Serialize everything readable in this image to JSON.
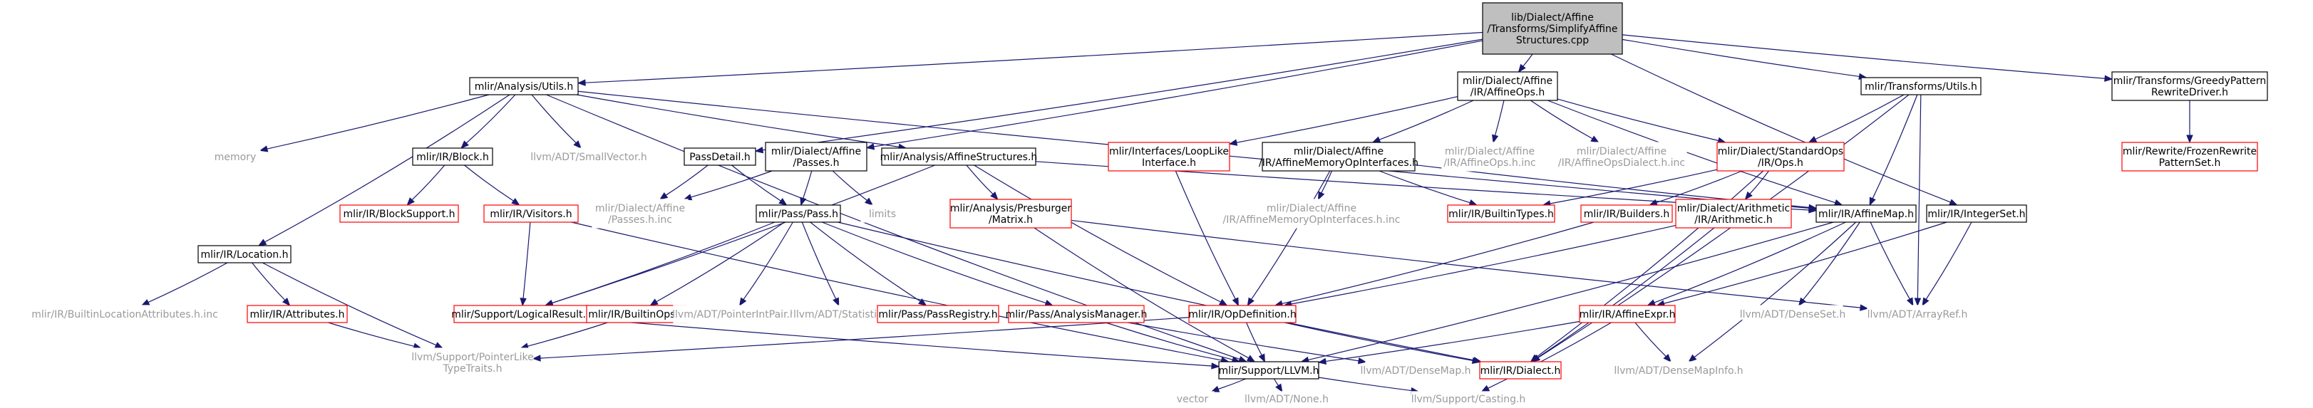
{
  "graph": {
    "nodes": [
      {
        "id": "root",
        "kind": "root",
        "lines": [
          "lib/Dialect/Affine",
          "/Transforms/SimplifyAffine",
          "Structures.cpp"
        ]
      },
      {
        "id": "analysis_utils",
        "kind": "doc",
        "lines": [
          "mlir/Analysis/Utils.h"
        ]
      },
      {
        "id": "passdetail",
        "kind": "doc",
        "lines": [
          "PassDetail.h"
        ]
      },
      {
        "id": "affine_passes",
        "kind": "doc",
        "lines": [
          "mlir/Dialect/Affine",
          "/Passes.h"
        ]
      },
      {
        "id": "affine_ops",
        "kind": "doc",
        "lines": [
          "mlir/Dialect/Affine",
          "/IR/AffineOps.h"
        ]
      },
      {
        "id": "transforms_utils",
        "kind": "doc",
        "lines": [
          "mlir/Transforms/Utils.h"
        ]
      },
      {
        "id": "greedy",
        "kind": "doc",
        "lines": [
          "mlir/Transforms/GreedyPattern",
          "RewriteDriver.h"
        ]
      },
      {
        "id": "memory",
        "kind": "gray",
        "lines": [
          "memory"
        ]
      },
      {
        "id": "block",
        "kind": "doc",
        "lines": [
          "mlir/IR/Block.h"
        ]
      },
      {
        "id": "smallvector",
        "kind": "gray",
        "lines": [
          "llvm/ADT/SmallVector.h"
        ]
      },
      {
        "id": "affine_structures",
        "kind": "doc",
        "lines": [
          "mlir/Analysis/AffineStructures.h"
        ]
      },
      {
        "id": "looplike",
        "kind": "red",
        "lines": [
          "mlir/Interfaces/LoopLike",
          "Interface.h"
        ]
      },
      {
        "id": "affine_memop",
        "kind": "doc",
        "lines": [
          "mlir/Dialect/Affine",
          "/IR/AffineMemoryOpInterfaces.h"
        ]
      },
      {
        "id": "affineops_h_inc",
        "kind": "gray",
        "lines": [
          "mlir/Dialect/Affine",
          "/IR/AffineOps.h.inc"
        ]
      },
      {
        "id": "affineops_dialect_inc",
        "kind": "gray",
        "lines": [
          "mlir/Dialect/Affine",
          "/IR/AffineOpsDialect.h.inc"
        ]
      },
      {
        "id": "standardops",
        "kind": "red",
        "lines": [
          "mlir/Dialect/StandardOps",
          "/IR/Ops.h"
        ]
      },
      {
        "id": "frozen",
        "kind": "red",
        "lines": [
          "mlir/Rewrite/FrozenRewrite",
          "PatternSet.h"
        ]
      },
      {
        "id": "location",
        "kind": "doc",
        "lines": [
          "mlir/IR/Location.h"
        ]
      },
      {
        "id": "blocksupport",
        "kind": "red",
        "lines": [
          "mlir/IR/BlockSupport.h"
        ]
      },
      {
        "id": "visitors",
        "kind": "red",
        "lines": [
          "mlir/IR/Visitors.h"
        ]
      },
      {
        "id": "passes_inc",
        "kind": "gray",
        "lines": [
          "mlir/Dialect/Affine",
          "/Passes.h.inc"
        ]
      },
      {
        "id": "pass",
        "kind": "doc",
        "lines": [
          "mlir/Pass/Pass.h"
        ]
      },
      {
        "id": "limits",
        "kind": "gray",
        "lines": [
          "limits"
        ]
      },
      {
        "id": "presburger",
        "kind": "red",
        "lines": [
          "mlir/Analysis/Presburger",
          "/Matrix.h"
        ]
      },
      {
        "id": "memop_inc",
        "kind": "gray",
        "lines": [
          "mlir/Dialect/Affine",
          "/IR/AffineMemoryOpInterfaces.h.inc"
        ]
      },
      {
        "id": "builtintypes",
        "kind": "red",
        "lines": [
          "mlir/IR/BuiltinTypes.h"
        ]
      },
      {
        "id": "builders",
        "kind": "red",
        "lines": [
          "mlir/IR/Builders.h"
        ]
      },
      {
        "id": "arith",
        "kind": "red",
        "lines": [
          "mlir/Dialect/Arithmetic",
          "/IR/Arithmetic.h"
        ]
      },
      {
        "id": "affinemap",
        "kind": "doc",
        "lines": [
          "mlir/IR/AffineMap.h"
        ]
      },
      {
        "id": "integerset",
        "kind": "doc",
        "lines": [
          "mlir/IR/IntegerSet.h"
        ]
      },
      {
        "id": "builtinloc_inc",
        "kind": "gray",
        "lines": [
          "mlir/IR/BuiltinLocationAttributes.h.inc"
        ]
      },
      {
        "id": "attributes",
        "kind": "red",
        "lines": [
          "mlir/IR/Attributes.h"
        ]
      },
      {
        "id": "logicalresult",
        "kind": "red",
        "lines": [
          "mlir/Support/LogicalResult.h"
        ]
      },
      {
        "id": "builtinops",
        "kind": "red",
        "lines": [
          "mlir/IR/BuiltinOps.h"
        ]
      },
      {
        "id": "pointerintpair",
        "kind": "gray",
        "lines": [
          "llvm/ADT/PointerIntPair.h"
        ]
      },
      {
        "id": "statistic",
        "kind": "gray",
        "lines": [
          "llvm/ADT/Statistic.h"
        ]
      },
      {
        "id": "passregistry",
        "kind": "red",
        "lines": [
          "mlir/Pass/PassRegistry.h"
        ]
      },
      {
        "id": "analysismanager",
        "kind": "red",
        "lines": [
          "mlir/Pass/AnalysisManager.h"
        ]
      },
      {
        "id": "opdefinition",
        "kind": "red",
        "lines": [
          "mlir/IR/OpDefinition.h"
        ]
      },
      {
        "id": "affineexpr",
        "kind": "red",
        "lines": [
          "mlir/IR/AffineExpr.h"
        ]
      },
      {
        "id": "denseset",
        "kind": "gray",
        "lines": [
          "llvm/ADT/DenseSet.h"
        ]
      },
      {
        "id": "arrayref",
        "kind": "gray",
        "lines": [
          "llvm/ADT/ArrayRef.h"
        ]
      },
      {
        "id": "pointerlike",
        "kind": "gray",
        "lines": [
          "llvm/Support/PointerLike",
          "TypeTraits.h"
        ]
      },
      {
        "id": "llvm_h",
        "kind": "doc",
        "lines": [
          "mlir/Support/LLVM.h"
        ]
      },
      {
        "id": "densemap",
        "kind": "gray",
        "lines": [
          "llvm/ADT/DenseMap.h"
        ]
      },
      {
        "id": "dialect",
        "kind": "red",
        "lines": [
          "mlir/IR/Dialect.h"
        ]
      },
      {
        "id": "densemapinfo",
        "kind": "gray",
        "lines": [
          "llvm/ADT/DenseMapInfo.h"
        ]
      },
      {
        "id": "vector",
        "kind": "gray",
        "lines": [
          "vector"
        ]
      },
      {
        "id": "none",
        "kind": "gray",
        "lines": [
          "llvm/ADT/None.h"
        ]
      },
      {
        "id": "casting",
        "kind": "gray",
        "lines": [
          "llvm/Support/Casting.h"
        ]
      }
    ],
    "edges": [
      [
        "root",
        "analysis_utils"
      ],
      [
        "root",
        "passdetail"
      ],
      [
        "root",
        "affine_passes"
      ],
      [
        "root",
        "affine_ops"
      ],
      [
        "root",
        "transforms_utils"
      ],
      [
        "root",
        "greedy"
      ],
      [
        "root",
        "integerset"
      ],
      [
        "analysis_utils",
        "memory"
      ],
      [
        "analysis_utils",
        "block"
      ],
      [
        "analysis_utils",
        "smallvector"
      ],
      [
        "analysis_utils",
        "affine_structures"
      ],
      [
        "analysis_utils",
        "location"
      ],
      [
        "analysis_utils",
        "affinemap"
      ],
      [
        "analysis_utils",
        "llvm_h"
      ],
      [
        "passdetail",
        "passes_inc"
      ],
      [
        "passdetail",
        "pass"
      ],
      [
        "affine_passes",
        "pass"
      ],
      [
        "affine_passes",
        "limits"
      ],
      [
        "affine_passes",
        "passes_inc"
      ],
      [
        "affine_ops",
        "looplike"
      ],
      [
        "affine_ops",
        "affine_memop"
      ],
      [
        "affine_ops",
        "affineops_h_inc"
      ],
      [
        "affine_ops",
        "affineops_dialect_inc"
      ],
      [
        "affine_ops",
        "standardops"
      ],
      [
        "affine_ops",
        "affinemap"
      ],
      [
        "transforms_utils",
        "standardops"
      ],
      [
        "transforms_utils",
        "affinemap"
      ],
      [
        "transforms_utils",
        "dialect"
      ],
      [
        "transforms_utils",
        "arrayref"
      ],
      [
        "greedy",
        "frozen"
      ],
      [
        "block",
        "blocksupport"
      ],
      [
        "block",
        "visitors"
      ],
      [
        "affine_structures",
        "presburger"
      ],
      [
        "affine_structures",
        "logicalresult"
      ],
      [
        "affine_structures",
        "opdefinition"
      ],
      [
        "affine_structures",
        "affinemap"
      ],
      [
        "looplike",
        "opdefinition"
      ],
      [
        "affine_memop",
        "memop_inc"
      ],
      [
        "affine_memop",
        "builtintypes"
      ],
      [
        "affine_memop",
        "opdefinition"
      ],
      [
        "affine_memop",
        "affinemap"
      ],
      [
        "standardops",
        "builtintypes"
      ],
      [
        "standardops",
        "builders"
      ],
      [
        "standardops",
        "arith"
      ],
      [
        "standardops",
        "dialect"
      ],
      [
        "location",
        "builtinloc_inc"
      ],
      [
        "location",
        "attributes"
      ],
      [
        "location",
        "pointerlike"
      ],
      [
        "visitors",
        "logicalresult"
      ],
      [
        "visitors",
        "llvm_h"
      ],
      [
        "pass",
        "logicalresult"
      ],
      [
        "pass",
        "builtinops"
      ],
      [
        "pass",
        "pointerintpair"
      ],
      [
        "pass",
        "statistic"
      ],
      [
        "pass",
        "passregistry"
      ],
      [
        "pass",
        "analysismanager"
      ],
      [
        "pass",
        "dialect"
      ],
      [
        "presburger",
        "arrayref"
      ],
      [
        "presburger",
        "llvm_h"
      ],
      [
        "builders",
        "opdefinition"
      ],
      [
        "arith",
        "opdefinition"
      ],
      [
        "arith",
        "dialect"
      ],
      [
        "affinemap",
        "affineexpr"
      ],
      [
        "affinemap",
        "denseset"
      ],
      [
        "affinemap",
        "arrayref"
      ],
      [
        "affinemap",
        "densemapinfo"
      ],
      [
        "affinemap",
        "llvm_h"
      ],
      [
        "integerset",
        "affineexpr"
      ],
      [
        "integerset",
        "arrayref"
      ],
      [
        "attributes",
        "pointerlike"
      ],
      [
        "logicalresult",
        "llvm_h"
      ],
      [
        "builtinops",
        "pointerlike"
      ],
      [
        "analysismanager",
        "llvm_h"
      ],
      [
        "analysismanager",
        "densemap"
      ],
      [
        "opdefinition",
        "dialect"
      ],
      [
        "opdefinition",
        "llvm_h"
      ],
      [
        "opdefinition",
        "pointerlike"
      ],
      [
        "affineexpr",
        "densemapinfo"
      ],
      [
        "affineexpr",
        "casting"
      ],
      [
        "affineexpr",
        "llvm_h"
      ],
      [
        "llvm_h",
        "vector"
      ],
      [
        "llvm_h",
        "none"
      ],
      [
        "llvm_h",
        "casting"
      ]
    ]
  }
}
